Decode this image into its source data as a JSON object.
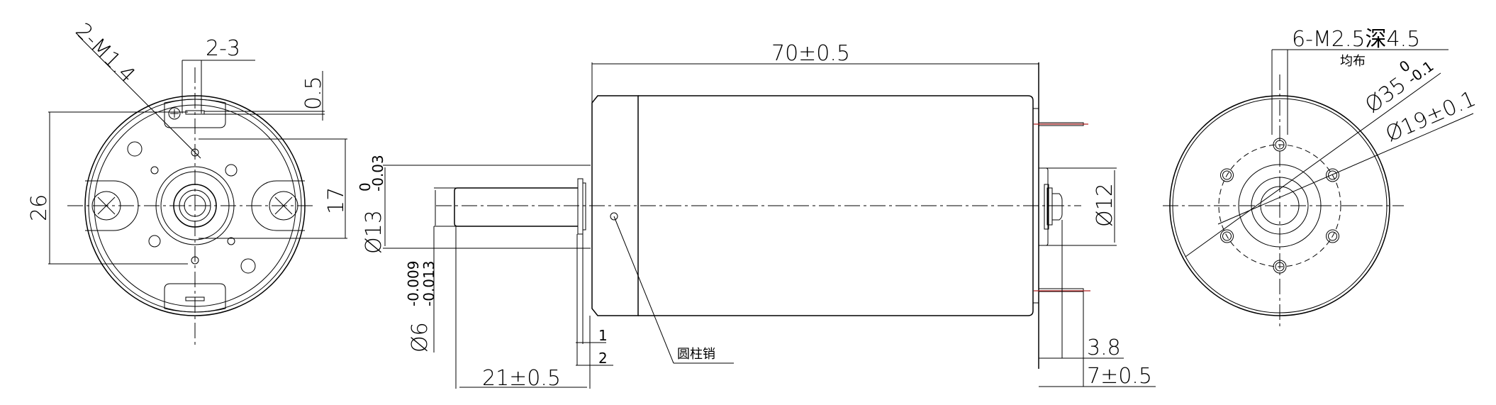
{
  "drawing": {
    "title": "DC motor outline dimension drawing",
    "views": {
      "left_end_view": {
        "labels": {
          "screw_thread": "2-M1.4",
          "terminal_spec": "2-3",
          "terminal_thickness": "0.5",
          "terminal_span": "26",
          "screw_hole_spacing": "17"
        }
      },
      "side_view": {
        "labels": {
          "body_length": "70±0.5",
          "boss_diameter": "Ø13",
          "boss_tol_upper": "0",
          "boss_tol_lower": "-0.03",
          "shaft_diameter": "Ø6",
          "shaft_tol_upper": "-0.009",
          "shaft_tol_lower": "-0.013",
          "shaft_length": "21±0.5",
          "flange_dim_1": "1",
          "flange_dim_2": "2",
          "pin_callout": "圆柱销",
          "rear_boss_diameter": "Ø12",
          "terminal_offset": "3.8",
          "terminal_length": "7±0.5"
        }
      },
      "right_end_view": {
        "labels": {
          "mount_holes": "6-M2.5深4.5",
          "mount_holes_note": "均布",
          "outer_diameter": "Ø35",
          "outer_tol_upper": "0",
          "outer_tol_lower": "-0.1",
          "pcd_diameter": "Ø19±0.1"
        }
      }
    },
    "colors": {
      "line": "#000000",
      "terminal_accent": "#b02020",
      "background": "#ffffff"
    }
  }
}
